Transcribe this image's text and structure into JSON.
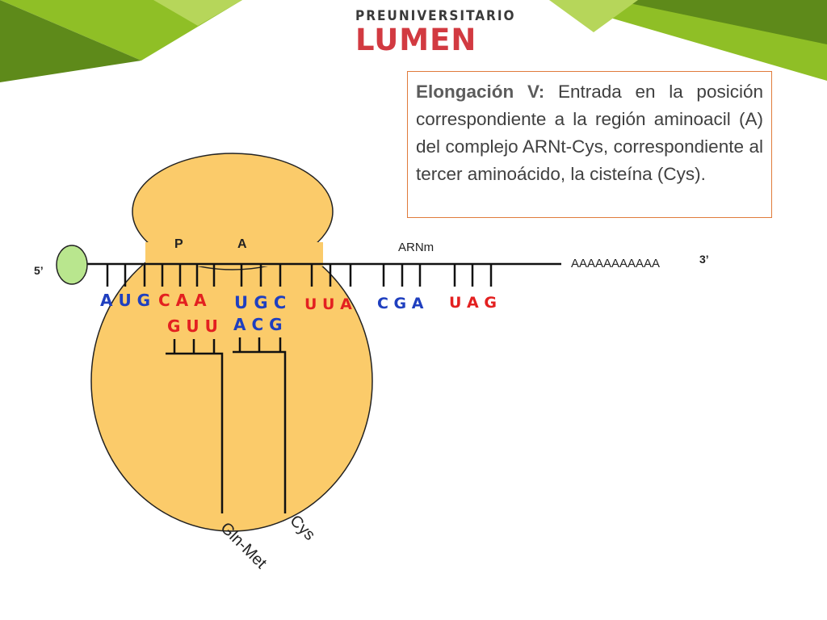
{
  "logo": {
    "top": "PREUNIVERSITARIO",
    "main": "LUMEN"
  },
  "info": {
    "lead": "Elongación V:",
    "text": "Entrada en la posición correspondiente a la región aminoacil (A) del complejo ARNt-Cys, correspondiente al tercer aminoácido, la cisteína (Cys)."
  },
  "labels": {
    "site_p": "P",
    "site_a": "A",
    "mrna": "ARNm",
    "polya": "AAAAAAAAAAA",
    "end5": "5’",
    "end3": "3’",
    "gln_met": "Gln-Met",
    "cys": "Cys"
  },
  "codons": [
    {
      "text": "A U G",
      "color": "#1f3fbf"
    },
    {
      "text": "C A A",
      "color": "#e32020"
    },
    {
      "text": "U G C",
      "color": "#1f3fbf"
    },
    {
      "text": "U U A",
      "color": "#e32020"
    },
    {
      "text": "C G A",
      "color": "#1f3fbf"
    },
    {
      "text": "U A G",
      "color": "#e32020"
    }
  ],
  "anticodons": [
    {
      "text": "G U U",
      "color": "#e32020"
    },
    {
      "text": "A C G",
      "color": "#1f3fbf"
    }
  ],
  "colors": {
    "ribosome": "#fbcb6a",
    "cap": "#b9e68e",
    "blue": "#1f3fbf",
    "red": "#e32020",
    "header_green": "#8fbf26"
  }
}
